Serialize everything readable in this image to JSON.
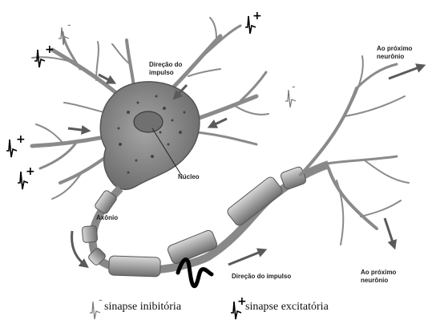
{
  "labels": {
    "direction_top_line1": "Direção do",
    "direction_top_line2": "impulso",
    "nucleus": "Núcleo",
    "axon": "Axônio",
    "direction_bottom": "Direção do impulso",
    "next_top_line1": "Ao próximo",
    "next_top_line2": "neurônio",
    "next_bottom_line1": "Ao próximo",
    "next_bottom_line2": "neurônio"
  },
  "legend": {
    "inhibitory": "sinapse inibitória",
    "excitatory": "sinapse excitatória"
  },
  "signs": {
    "plus": "+",
    "minus": "-"
  },
  "synapse_types": {
    "inhibitory": {
      "sign": "-",
      "icon": "inhibitory-spike-icon"
    },
    "excitatory": {
      "sign": "+",
      "icon": "excitatory-spike-icon"
    }
  },
  "colors": {
    "neuron_fill": "#8e8e8e",
    "neuron_dark": "#555555",
    "myelin": "#9a9a9a",
    "arrow": "#5a5a5a"
  }
}
